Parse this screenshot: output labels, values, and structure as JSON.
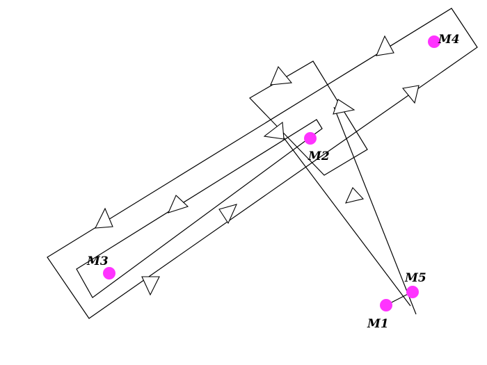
{
  "diagram": {
    "point_color": "#ff33ff",
    "stroke_color": "#000000",
    "points": [
      {
        "id": "M1",
        "label": "M1"
      },
      {
        "id": "M2",
        "label": "M2"
      },
      {
        "id": "M3",
        "label": "M3"
      },
      {
        "id": "M4",
        "label": "M4"
      },
      {
        "id": "M5",
        "label": "M5"
      }
    ]
  }
}
